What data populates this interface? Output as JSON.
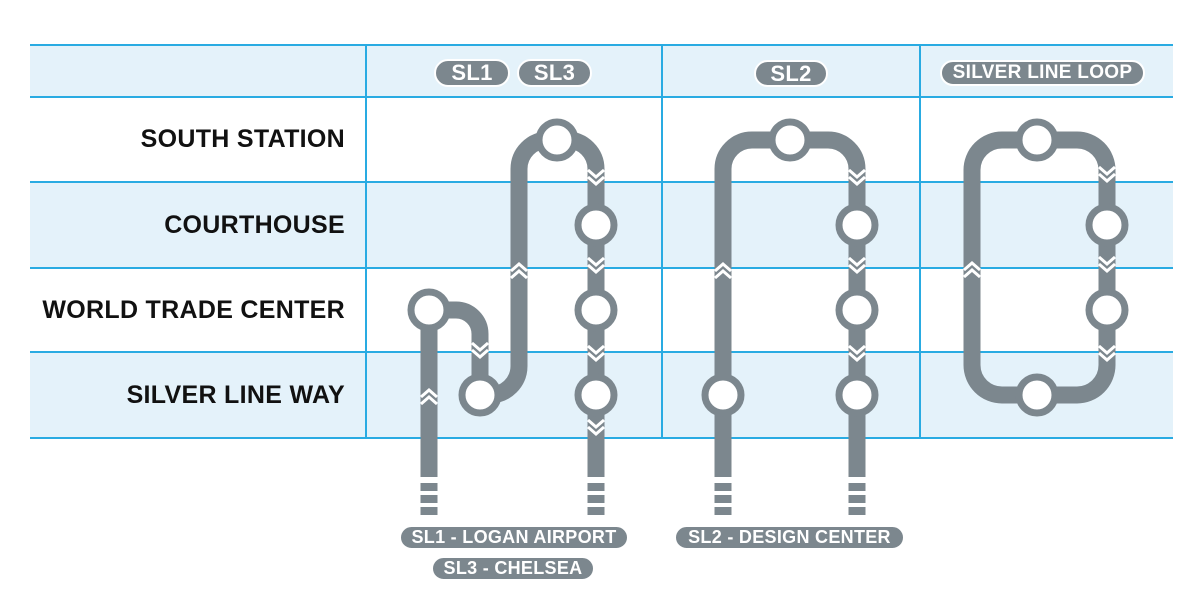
{
  "table": {
    "route_badges": [
      "SL1",
      "SL3",
      "SL2",
      "SILVER LINE LOOP"
    ],
    "stations": [
      {
        "name": "SOUTH STATION"
      },
      {
        "name": "COURTHOUSE"
      },
      {
        "name": "WORLD TRADE CENTER"
      },
      {
        "name": "SILVER LINE WAY"
      }
    ]
  },
  "terminal_badges": [
    "SL1 - LOGAN AIRPORT",
    "SL3 - CHELSEA",
    "SL2 - DESIGN CENTER"
  ],
  "routes": [
    {
      "name": "SL1 SL3",
      "outbound_stops": [
        "SOUTH STATION",
        "COURTHOUSE",
        "WORLD TRADE CENTER",
        "SILVER LINE WAY"
      ],
      "inbound_stops": [
        "WORLD TRADE CENTER",
        "SILVER LINE WAY",
        "SOUTH STATION"
      ],
      "terminals": [
        "SL1 - LOGAN AIRPORT",
        "SL3 - CHELSEA"
      ]
    },
    {
      "name": "SL2",
      "outbound_stops": [
        "SOUTH STATION",
        "COURTHOUSE",
        "WORLD TRADE CENTER",
        "SILVER LINE WAY"
      ],
      "inbound_stops": [
        "SILVER LINE WAY",
        "SOUTH STATION"
      ],
      "terminals": [
        "SL2 - DESIGN CENTER"
      ]
    },
    {
      "name": "SILVER LINE LOOP",
      "loop": true,
      "stops": [
        "SOUTH STATION",
        "COURTHOUSE",
        "WORLD TRADE CENTER",
        "SILVER LINE WAY"
      ]
    }
  ],
  "colors": {
    "line-gray": "#7C878E",
    "row-blue": "#E4F2FA",
    "grid-cyan": "#29ABE2",
    "station-text": "#111111",
    "badge-text": "#FFFFFF"
  }
}
